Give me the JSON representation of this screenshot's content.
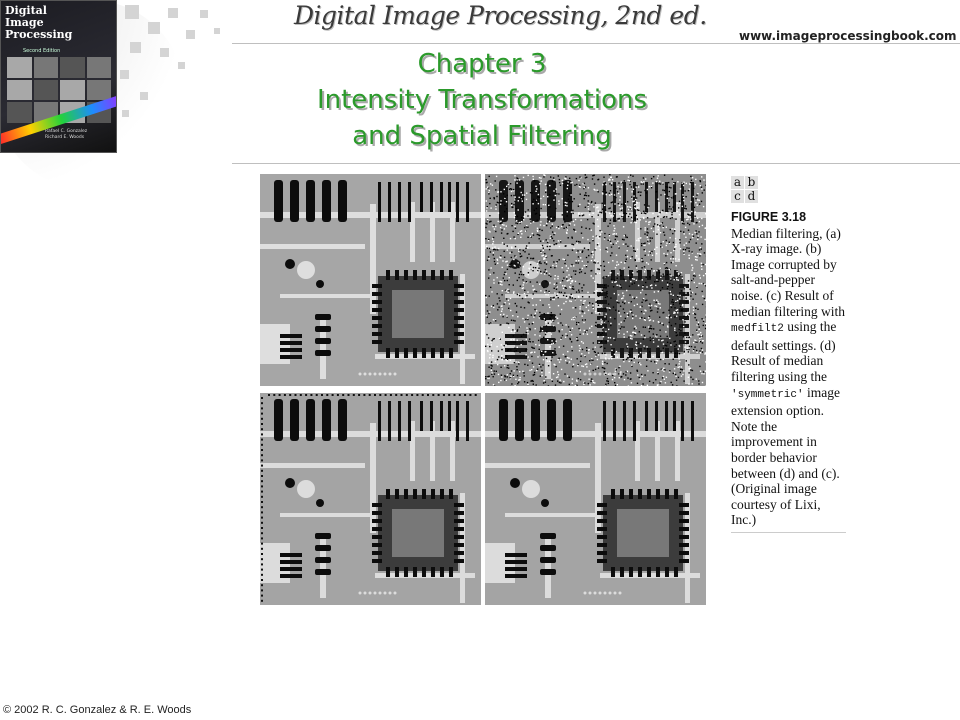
{
  "header": {
    "book_title": "Digital Image Processing, 2nd ed.",
    "website": "www.imageprocessingbook.com"
  },
  "book_cover": {
    "title": "Digital\nImage\nProcessing",
    "edition": "Second Edition",
    "authors": "Rafael C. Gonzalez\nRichard E. Woods"
  },
  "chapter": {
    "line1": "Chapter 3",
    "line2": "Intensity Transformations",
    "line3": "and Spatial Filtering",
    "color": "#2b9a2b"
  },
  "figure": {
    "panel_key": [
      "a",
      "b",
      "c",
      "d"
    ],
    "label": "FIGURE 3.18",
    "caption_1": "Median filtering, (a) X-ray image. (b) Image corrupted by salt-and-pepper noise. (c) Result of median filtering with ",
    "code_1": "medfilt2",
    "caption_2": " using the default settings. (d) Result of median filtering using the ",
    "code_2": "'symmetric'",
    "caption_3": " image extension option. Note the improvement in border behavior between (d) and (c). (Original image courtesy of Lixi, Inc.)"
  },
  "footer": {
    "copyright": "© 2002 R. C. Gonzalez & R. E. Woods"
  }
}
